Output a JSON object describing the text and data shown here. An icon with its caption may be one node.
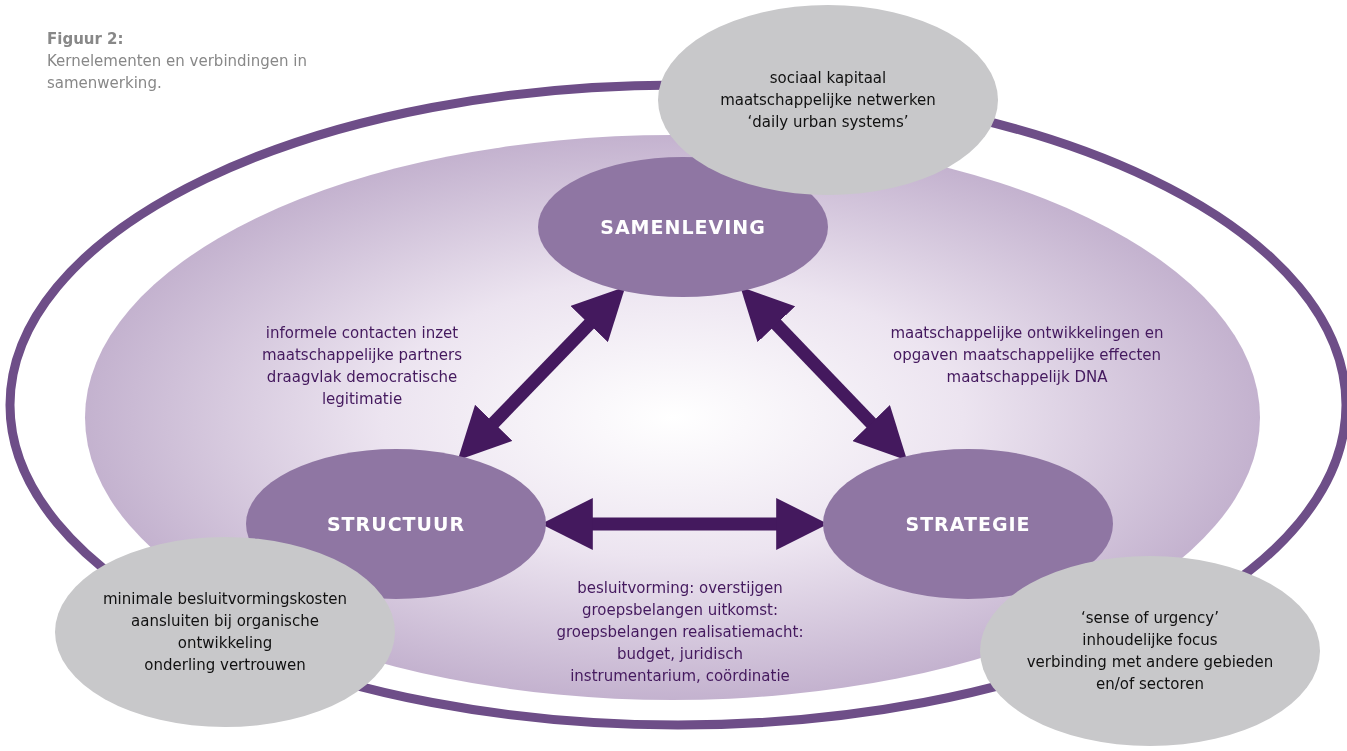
{
  "diagram": {
    "title": "Figuur 2:",
    "caption": "Kernelementen en verbindingen in samenwerking.",
    "nodes": [
      {
        "text": [],
        "shape": "ellipse"
      },
      {
        "text": [
          "SAMENLEVING"
        ],
        "in": 0
      },
      {
        "text": [
          "STRUCTUUR"
        ],
        "in": 0
      },
      {
        "text": [
          "STRATEGIE"
        ],
        "in": 0
      },
      {
        "text": [
          "sociaal kapitaal",
          "maatschappelijke netwerken",
          "‘daily urban systems’"
        ]
      },
      {
        "text": [
          "minimale besluitvormingskosten",
          "aansluiten bij organische ontwikkeling",
          "onderling vertrouwen"
        ]
      },
      {
        "text": [
          "‘sense of urgency’",
          "inhoudelijke focus",
          "verbinding met andere gebieden en/of sectoren"
        ]
      }
    ],
    "edges": [
      {
        "from": 1,
        "to": 2,
        "arrow": "both",
        "label": "informele contacten inzet maatschappelijke partners draagvlak democratische legitimatie"
      },
      {
        "from": 1,
        "to": 3,
        "arrow": "both",
        "label": "maatschappelijke ontwikkelingen en opgaven maatschappelijke effecten maatschappelijk DNA"
      },
      {
        "from": 2,
        "to": 3,
        "arrow": "both",
        "label": "besluitvorming: overstijgen groepsbelangen uitkomst: groepsbelangen realisatiemacht: budget, juridisch instrumentarium, coördinatie"
      }
    ]
  }
}
